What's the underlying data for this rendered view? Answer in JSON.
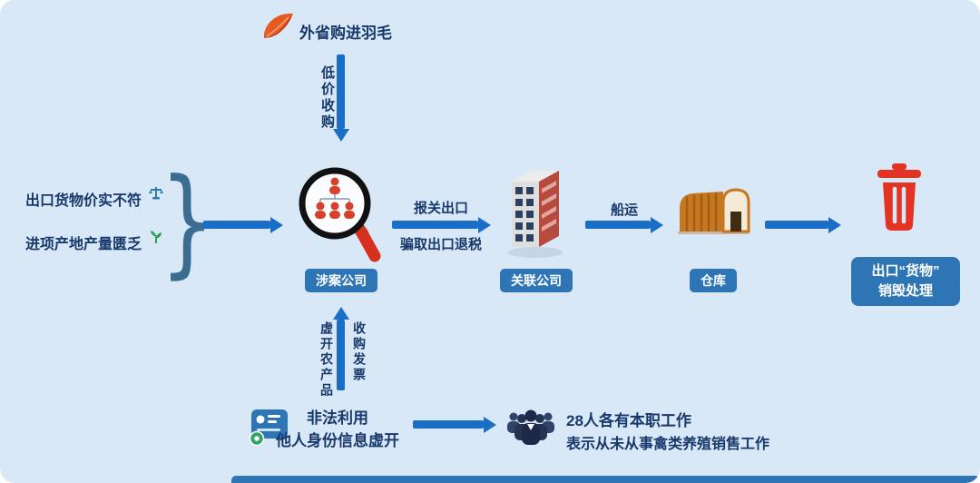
{
  "colors": {
    "background": "#d9e8f6",
    "arrow_blue": "#1a6ec5",
    "pill_blue": "#2e75b6",
    "text_navy": "#17386b",
    "alert_red": "#e23323",
    "warehouse_orange": "#c6771f"
  },
  "top": {
    "feather_label": "外省购进羽毛",
    "arrow_label": "低价收购"
  },
  "left": {
    "line1": "出口货物价实不符",
    "line2": "进项产地产量匮乏",
    "brace": "}"
  },
  "company": {
    "label": "涉案公司"
  },
  "flow1": {
    "above": "报关出口",
    "below": "骗取出口退税"
  },
  "affiliate": {
    "label": "关联公司"
  },
  "flow2": {
    "above": "船运"
  },
  "warehouse": {
    "label": "仓库"
  },
  "destroy": {
    "line1": "出口“货物”",
    "line2": "销毁处理"
  },
  "invoice": {
    "left_label": "虚开农产品",
    "right_label": "收购发票"
  },
  "identity": {
    "line1": "非法利用",
    "line2": "他人身份信息虚开"
  },
  "workers": {
    "line1": "28人各有本职工作",
    "line2": "表示从未从事禽类养殖销售工作"
  }
}
